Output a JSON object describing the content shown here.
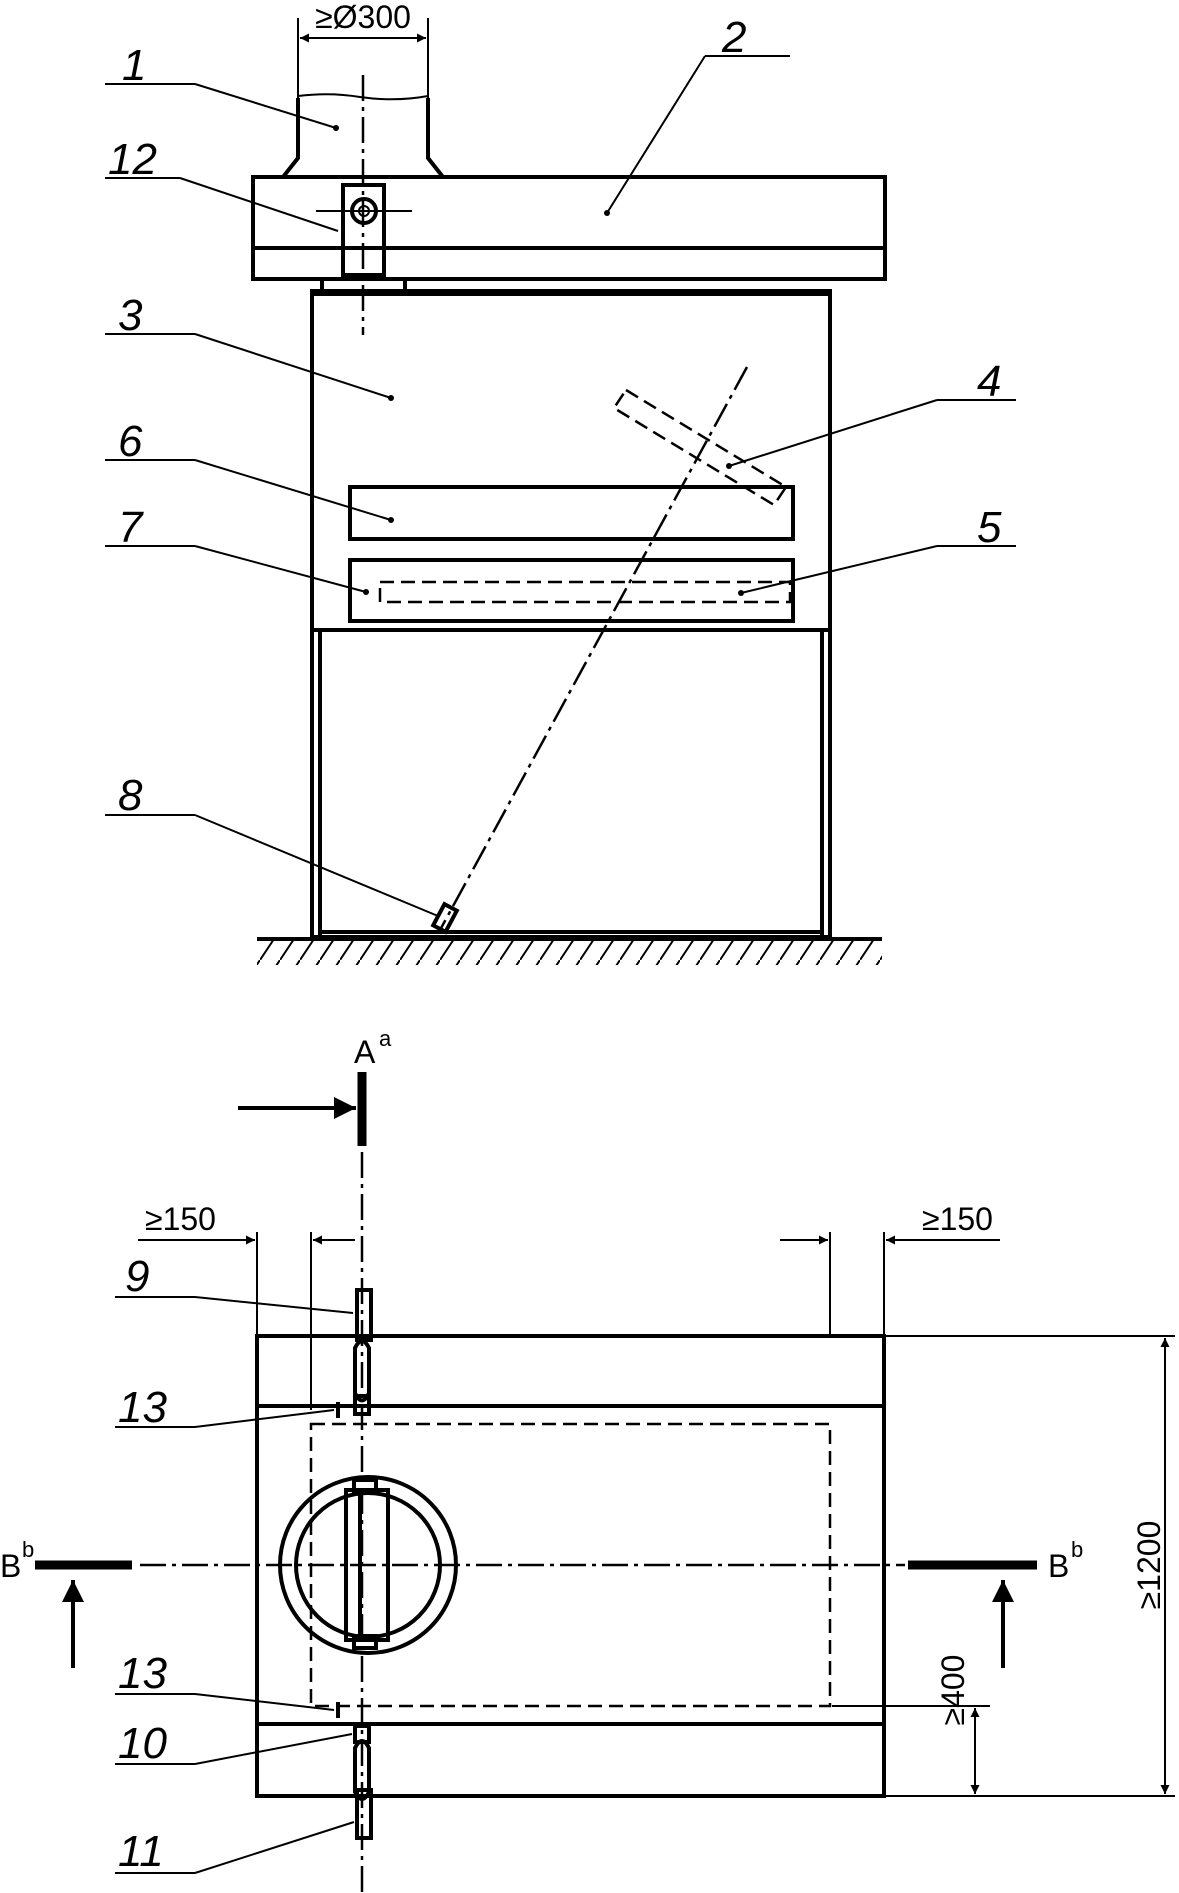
{
  "callouts": {
    "c1": "1",
    "c2": "2",
    "c3": "3",
    "c4": "4",
    "c5": "5",
    "c6": "6",
    "c7": "7",
    "c8": "8",
    "c9": "9",
    "c10": "10",
    "c11": "11",
    "c12": "12",
    "c13a": "13",
    "c13b": "13"
  },
  "dimensions": {
    "duct_diameter": "≥Ø300",
    "left_clearance": "≥150",
    "right_clearance": "≥150",
    "depth": "≥1200",
    "rear_gap": "≥400"
  },
  "sections": {
    "a_letter": "A",
    "a_sup": "a",
    "b_letter": "B",
    "b_sup": "b"
  }
}
